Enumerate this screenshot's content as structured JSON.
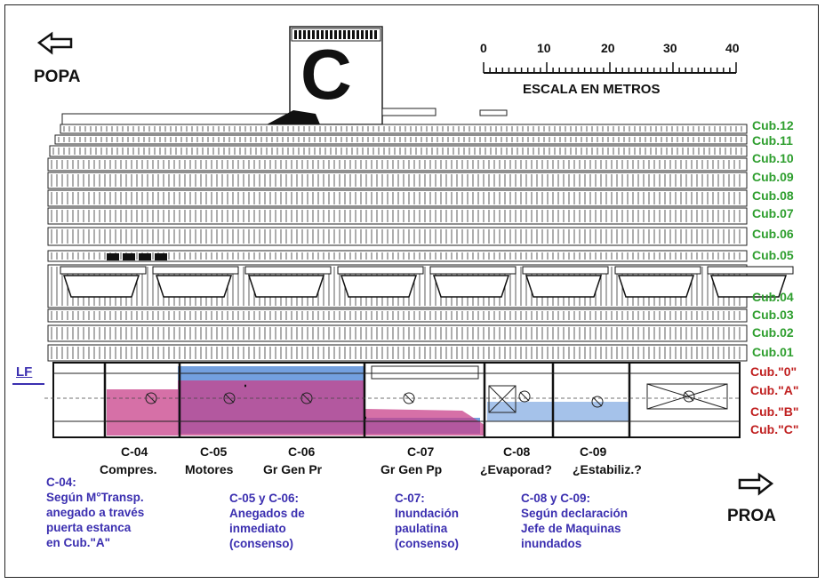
{
  "colors": {
    "upper_deck_label": "#2e9e2e",
    "lower_deck_label": "#c02020",
    "note_text": "#3b2fb0",
    "flooded_blue": "#5b8fd9",
    "flooded_magenta": "#c8408a",
    "waterline": "#3b2fb0"
  },
  "navigation": {
    "stern_label": "POPA",
    "bow_label": "PROA",
    "stern_icon": "left-arrow-icon",
    "bow_icon": "right-arrow-icon"
  },
  "funnel_logo": "C",
  "scale": {
    "ticks": [
      "0",
      "10",
      "20",
      "30",
      "40"
    ],
    "caption": "ESCALA EN METROS"
  },
  "waterline_label": "LF",
  "upper_decks": [
    "Cub.12",
    "Cub.11",
    "Cub.10",
    "Cub.09",
    "Cub.08",
    "Cub.07",
    "Cub.06",
    "Cub.05",
    "Cub.04",
    "Cub.03",
    "Cub.02",
    "Cub.01"
  ],
  "lower_decks": [
    "Cub.\"0\"",
    "Cub.\"A\"",
    "Cub.\"B\"",
    "Cub.\"C\""
  ],
  "compartments": [
    {
      "id": "C-04",
      "name": "Compres."
    },
    {
      "id": "C-05",
      "name": "Motores"
    },
    {
      "id": "C-06",
      "name": "Gr Gen Pr"
    },
    {
      "id": "C-07",
      "name": "Gr Gen Pp"
    },
    {
      "id": "C-08",
      "name": "¿Evaporad?"
    },
    {
      "id": "C-09",
      "name": "¿Estabiliz.?"
    }
  ],
  "notes": [
    {
      "lines": [
        "C-04:",
        "Según M°Transp.",
        "anegado a través",
        "puerta estanca",
        "en Cub.\"A\""
      ]
    },
    {
      "lines": [
        "C-05 y C-06:",
        "Anegados de",
        "inmediato",
        "(consenso)"
      ]
    },
    {
      "lines": [
        "C-07:",
        "Inundación",
        "paulatina",
        "(consenso)"
      ]
    },
    {
      "lines": [
        "C-08 y C-09:",
        "Según declaración",
        "Jefe de Maquinas",
        "inundados"
      ]
    }
  ]
}
